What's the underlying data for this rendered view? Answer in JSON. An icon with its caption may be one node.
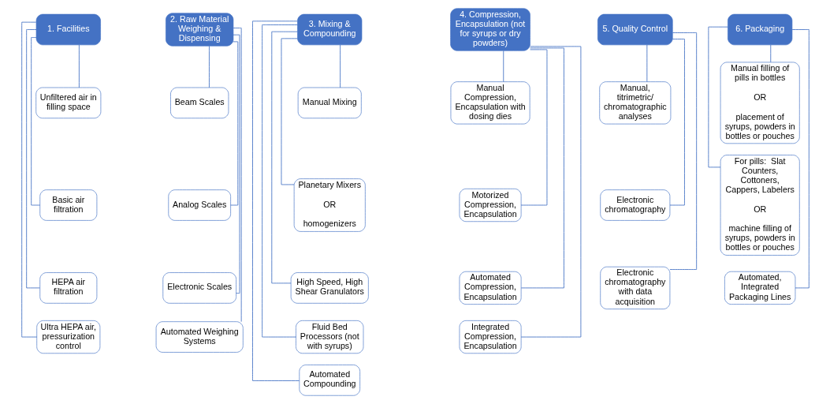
{
  "diagram": {
    "nodes": [
      {
        "text": [
          "1. Facilities"
        ]
      },
      {
        "text": [
          "Unfiltered air in filling space"
        ]
      },
      {
        "text": [
          "Basic air filtration"
        ]
      },
      {
        "text": [
          "HEPA air filtration"
        ]
      },
      {
        "text": [
          "Ultra HEPA air, pressurization control"
        ]
      },
      {
        "text": [
          "2. Raw Material Weighing & Dispensing"
        ]
      },
      {
        "text": [
          "Beam Scales"
        ]
      },
      {
        "text": [
          "Analog Scales"
        ]
      },
      {
        "text": [
          "Electronic Scales"
        ]
      },
      {
        "text": [
          "Automated Weighing Systems"
        ]
      },
      {
        "text": [
          "3. Mixing & Compounding"
        ]
      },
      {
        "text": [
          "Manual Mixing"
        ]
      },
      {
        "text": [
          "Planetary Mixers",
          "OR",
          "homogenizers"
        ]
      },
      {
        "text": [
          "High Speed, High Shear Granulators"
        ]
      },
      {
        "text": [
          "Fluid Bed Processors (not with syrups)"
        ]
      },
      {
        "text": [
          "Automated Compounding"
        ]
      },
      {
        "text": [
          "4. Compression, Encapsulation (not for syrups or dry powders)"
        ]
      },
      {
        "text": [
          "Manual Compression, Encapsulation with dosing dies"
        ]
      },
      {
        "text": [
          "Motorized Compression, Encapsulation"
        ]
      },
      {
        "text": [
          "Automated Compression, Encapsulation"
        ]
      },
      {
        "text": [
          "Integrated Compression, Encapsulation"
        ]
      },
      {
        "text": [
          "5. Quality Control"
        ]
      },
      {
        "text": [
          "Manual, titrimetric/ chromatographic analyses"
        ]
      },
      {
        "text": [
          "Electronic chromatography"
        ]
      },
      {
        "text": [
          "Electronic chromatography with data acquisition"
        ]
      },
      {
        "text": [
          "6. Packaging"
        ]
      },
      {
        "text": [
          "Manual filling of pills in bottles",
          "OR",
          "placement of syrups, powders in bottles or pouches"
        ]
      },
      {
        "text": [
          "For pills:  Slat Counters, Cottoners, Cappers, Labelers",
          "OR",
          "machine filling of syrups, powders in bottles or pouches"
        ]
      },
      {
        "text": [
          "Automated, Integrated Packaging Lines"
        ]
      }
    ],
    "edges": [
      {
        "from": 0,
        "to": 1,
        "arrow": "none"
      },
      {
        "from": 0,
        "to": 2,
        "arrow": "none"
      },
      {
        "from": 0,
        "to": 3,
        "arrow": "none"
      },
      {
        "from": 0,
        "to": 4,
        "arrow": "none"
      },
      {
        "from": 5,
        "to": 6,
        "arrow": "none"
      },
      {
        "from": 5,
        "to": 7,
        "arrow": "none"
      },
      {
        "from": 5,
        "to": 8,
        "arrow": "none"
      },
      {
        "from": 5,
        "to": 9,
        "arrow": "none"
      },
      {
        "from": 10,
        "to": 11,
        "arrow": "none"
      },
      {
        "from": 10,
        "to": 12,
        "arrow": "none"
      },
      {
        "from": 10,
        "to": 13,
        "arrow": "none"
      },
      {
        "from": 10,
        "to": 14,
        "arrow": "none"
      },
      {
        "from": 10,
        "to": 15,
        "arrow": "none"
      },
      {
        "from": 16,
        "to": 17,
        "arrow": "none"
      },
      {
        "from": 16,
        "to": 18,
        "arrow": "none"
      },
      {
        "from": 16,
        "to": 19,
        "arrow": "none"
      },
      {
        "from": 16,
        "to": 20,
        "arrow": "none"
      },
      {
        "from": 21,
        "to": 22,
        "arrow": "none"
      },
      {
        "from": 21,
        "to": 23,
        "arrow": "none"
      },
      {
        "from": 21,
        "to": 24,
        "arrow": "none"
      },
      {
        "from": 25,
        "to": 26,
        "arrow": "none"
      },
      {
        "from": 25,
        "to": 27,
        "arrow": "none"
      },
      {
        "from": 25,
        "to": 28,
        "arrow": "none"
      }
    ]
  }
}
